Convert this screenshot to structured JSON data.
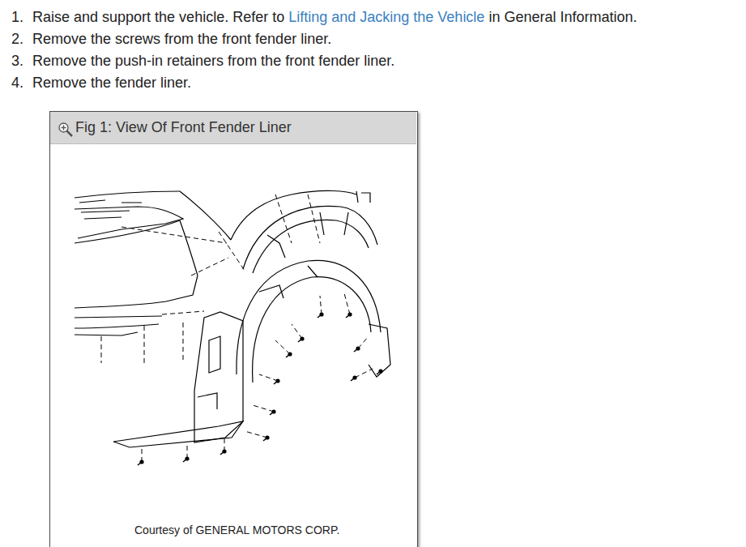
{
  "diagram": {
    "nodes": [
      {
        "text": [
          "Fig 1: View Of Front Fender Liner",
          "Courtesy of GENERAL MOTORS CORP."
        ]
      }
    ],
    "labels": [
      "1.",
      "Raise and support the vehicle. Refer to",
      "Lifting and Jacking the Vehicle",
      "in General Information.",
      "2.",
      "Remove the screws from the front fender liner.",
      "3.",
      "Remove the push-in retainers from the front fender liner.",
      "4.",
      "Remove the fender liner."
    ]
  }
}
